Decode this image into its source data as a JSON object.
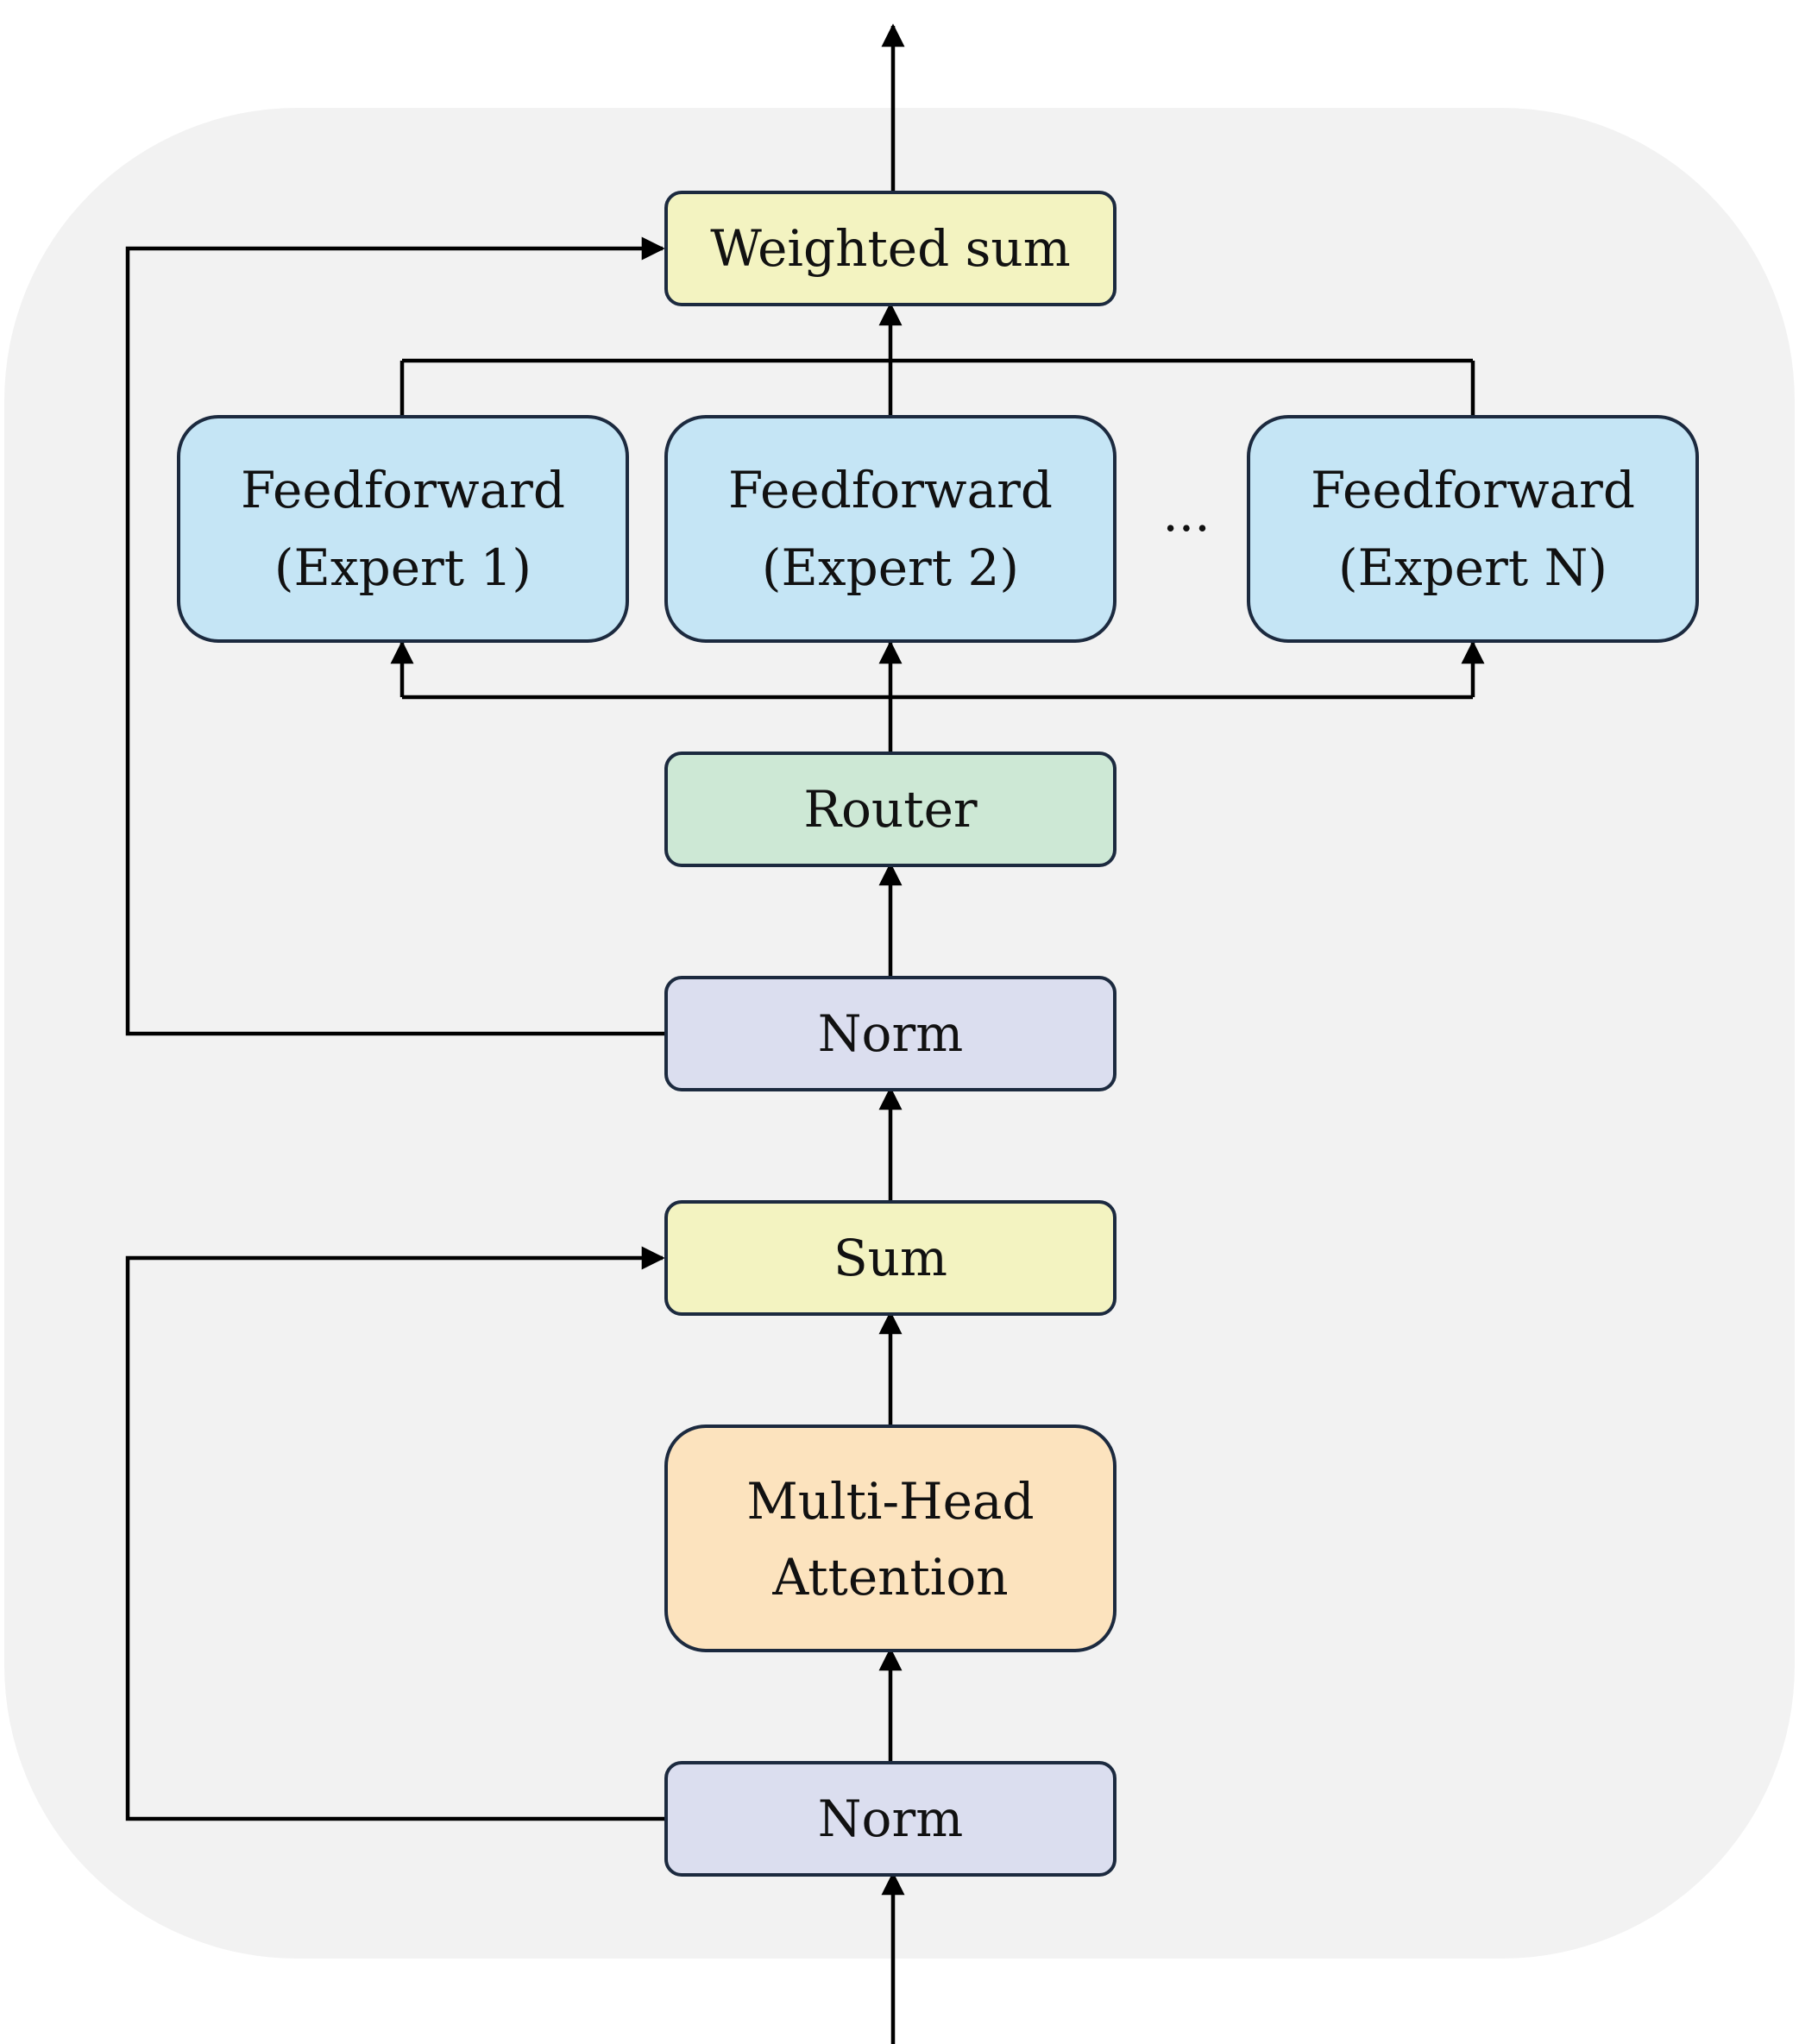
{
  "colors": {
    "block_background": "#f2f2f2",
    "norm": "#dbdeef",
    "sum": "#f3f3c1",
    "attention": "#fce3be",
    "router": "#cde8d5",
    "expert": "#c5e5f5",
    "border": "#1c2a3f",
    "arrow": "#000000"
  },
  "blocks": {
    "norm_bottom": {
      "label": "Norm"
    },
    "attention": {
      "line1": "Multi-Head",
      "line2": "Attention"
    },
    "sum": {
      "label": "Sum"
    },
    "norm_top": {
      "label": "Norm"
    },
    "router": {
      "label": "Router"
    },
    "expert_1": {
      "line1": "Feedforward",
      "line2": "(Expert 1)"
    },
    "expert_2": {
      "line1": "Feedforward",
      "line2": "(Expert 2)"
    },
    "expert_n": {
      "line1": "Feedforward",
      "line2": "(Expert N)"
    },
    "ellipsis": "...",
    "weighted_sum": {
      "label": "Weighted sum"
    }
  }
}
